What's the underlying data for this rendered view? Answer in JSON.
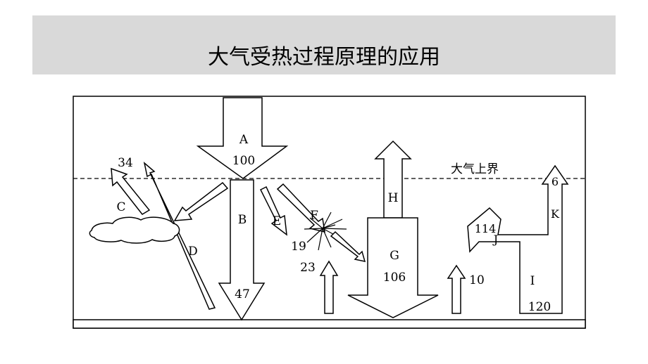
{
  "header": {
    "title": "大气受热过程原理的应用"
  },
  "diagram": {
    "atmosphere_top_label": "大气上界",
    "labels": {
      "A": "A",
      "B": "B",
      "C": "C",
      "D": "D",
      "E": "E",
      "F": "F",
      "G": "G",
      "H": "H",
      "I": "I",
      "J": "J",
      "K": "K"
    },
    "values": {
      "A": "100",
      "C": "34",
      "B": "47",
      "E": "19",
      "up_small": "23",
      "G": "106",
      "up_right": "10",
      "J": "114",
      "I": "120",
      "K": "6"
    }
  }
}
